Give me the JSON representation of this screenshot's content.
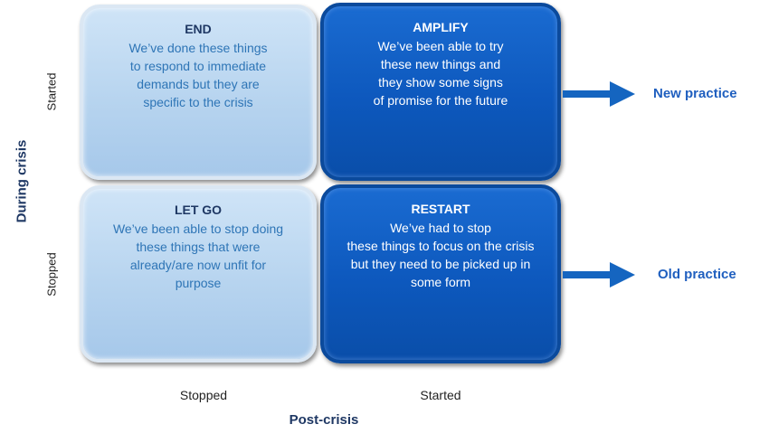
{
  "quadrants": {
    "end": {
      "title": "END",
      "text": "We’ve done these things\nto respond to immediate\ndemands but they are\nspecific to the crisis"
    },
    "amplify": {
      "title": "AMPLIFY",
      "text": "We’ve been able to try\nthese new things and\nthey show some signs\nof promise for the future"
    },
    "let_go": {
      "title": "LET GO",
      "text": "We’ve been able to stop doing\nthese things that were\nalready/are now unfit for\npurpose"
    },
    "restart": {
      "title": "RESTART",
      "text": "We’ve had to stop\nthese things to focus on the crisis\nbut they need to be picked up in\nsome form"
    }
  },
  "y_axis": {
    "title": "During crisis",
    "rows": [
      "Started",
      "Stopped"
    ]
  },
  "x_axis": {
    "title": "Post-crisis",
    "columns": [
      "Stopped",
      "Started"
    ]
  },
  "outcomes": [
    "New practice",
    "Old practice"
  ],
  "colors": {
    "light_box": "#b7d4ef",
    "dark_box": "#0d58bd",
    "arrow": "#1565c0",
    "title_text": "#1f3864",
    "outcome_text": "#1f5fbf"
  }
}
